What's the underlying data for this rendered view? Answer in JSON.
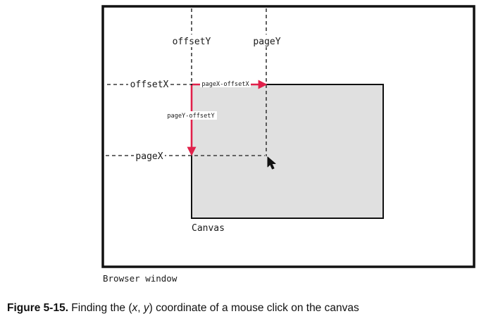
{
  "diagram": {
    "labels": {
      "offsetY": "offsetY",
      "pageY": "pageY",
      "offsetX": "offsetX",
      "pageX": "pageX",
      "pageX_minus_offsetX": "pageX-offsetX",
      "pageY_minus_offsetY": "pageY-offsetY",
      "canvas": "Canvas",
      "browser_window": "Browser window"
    },
    "colors": {
      "frame": "#111111",
      "canvas_fill": "#e0e0e0",
      "arrow": "#e0204a",
      "dashed": "#3a3a3a"
    },
    "icons": {
      "cursor": "mouse-pointer-icon"
    }
  },
  "caption": {
    "figure_label": "Figure 5-15.",
    "text_before": " Finding the ",
    "open_paren": "(",
    "x_var": "x",
    "comma": ", ",
    "y_var": "y",
    "close_paren": ")",
    "text_after": " coordinate of a mouse click on the canvas"
  }
}
